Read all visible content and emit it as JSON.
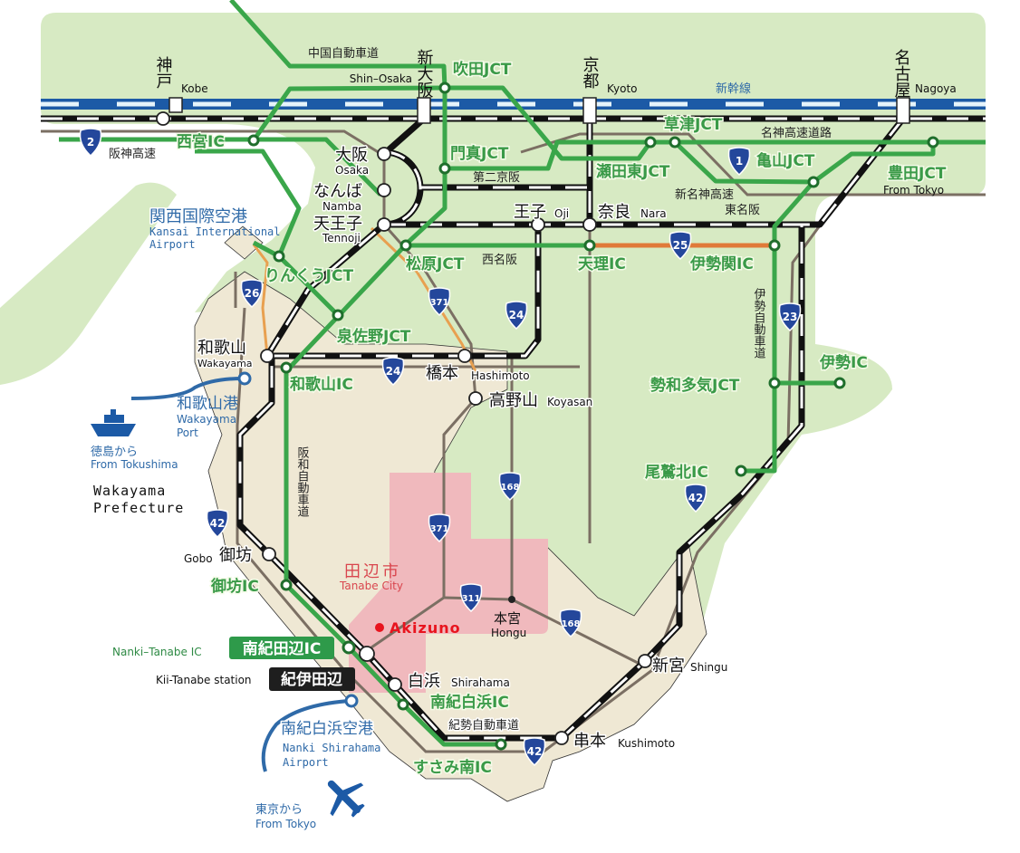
{
  "map": {
    "rail": {
      "shinkansen": "新幹線"
    },
    "expressways": {
      "chugoku": "中国自動車道",
      "hanshin": "阪神高速",
      "daini_keihan": "第二京阪",
      "meishin": "名神高速道路",
      "shin_meishin": "新名神高速",
      "higashi_meihan": "東名阪",
      "nishi_meihan": "西名阪",
      "ise": "伊勢自動車道",
      "hanwa": "阪和自動車道",
      "kisei": "紀勢自動車道"
    },
    "stations": {
      "kobe": {
        "ja": "神戸",
        "en": "Kobe"
      },
      "shin_osaka": {
        "ja": "新大阪",
        "en": "Shin–Osaka"
      },
      "kyoto": {
        "ja": "京都",
        "en": "Kyoto"
      },
      "nagoya": {
        "ja": "名古屋",
        "en": "Nagoya"
      },
      "osaka": {
        "ja": "大阪",
        "en": "Osaka"
      },
      "namba": {
        "ja": "なんば",
        "en": "Namba"
      },
      "tennoji": {
        "ja": "天王子",
        "en": "Tennoji"
      },
      "oji": {
        "ja": "王子",
        "en": "Oji"
      },
      "nara": {
        "ja": "奈良",
        "en": "Nara"
      },
      "wakayama": {
        "ja": "和歌山",
        "en": "Wakayama"
      },
      "hashimoto": {
        "ja": "橋本",
        "en": "Hashimoto"
      },
      "koyasan": {
        "ja": "高野山",
        "en": "Koyasan"
      },
      "gobo": {
        "ja": "御坊",
        "en": "Gobo"
      },
      "hongu": {
        "ja": "本宮",
        "en": "Hongu"
      },
      "kii_tanabe": {
        "ja": "紀伊田辺",
        "en": "Kii-Tanabe station"
      },
      "shirahama": {
        "ja": "白浜",
        "en": "Shirahama"
      },
      "shingu": {
        "ja": "新宮",
        "en": "Shingu"
      },
      "kushimoto": {
        "ja": "串本",
        "en": "Kushimoto"
      }
    },
    "interchanges": {
      "suita": "吹田JCT",
      "nishinomiya": "西宮IC",
      "kadoma": "門真JCT",
      "kusatsu": "草津JCT",
      "setahigashi": "瀬田東JCT",
      "kameyama": "亀山JCT",
      "toyota": "豊田JCT",
      "toyota_note": "From Tokyo",
      "rinku": "りんくうJCT",
      "matsubara": "松原JCT",
      "tenri": "天理IC",
      "iseseki": "伊勢関IC",
      "izumisano": "泉佐野JCT",
      "wakayama_ic": "和歌山IC",
      "ise_ic": "伊勢IC",
      "seiwataki": "勢和多気JCT",
      "owasekita": "尾鷲北IC",
      "gobo_ic": "御坊IC",
      "nanki_tanabe": {
        "ja": "南紀田辺IC",
        "en": "Nanki–Tanabe IC"
      },
      "nanki_shirahama": "南紀白浜IC",
      "susami_minami": "すさみ南IC"
    },
    "airports_ports": {
      "kansai": {
        "ja": "関西国際空港",
        "en1": "Kansai International",
        "en2": "Airport"
      },
      "wakayama_port": {
        "ja": "和歌山港",
        "en1": "Wakayama",
        "en2": "Port"
      },
      "tokushima": {
        "ja": "徳島から",
        "en": "From Tokushima"
      },
      "shirahama_airport": {
        "ja": "南紀白浜空港",
        "en1": "Nanki Shirahama",
        "en2": "Airport"
      },
      "tokyo": {
        "ja": "東京から",
        "en": "From Tokyo"
      }
    },
    "region": {
      "line1": "Wakayama",
      "line2": "Prefecture"
    },
    "city": {
      "ja": "田辺市",
      "en": "Tanabe City"
    },
    "highlight": {
      "label": "Akizuno",
      "color": "#e8141e"
    },
    "route_shields": [
      "2",
      "1",
      "25",
      "26",
      "371",
      "24",
      "24",
      "23",
      "42",
      "168",
      "371",
      "311",
      "168",
      "42",
      "42"
    ],
    "colors": {
      "land": "#d7eac3",
      "prefecture": "#efe8d4",
      "city": "#f0b9bd",
      "expressway": "#3aa64a",
      "shinkansen": "#1c5aa6",
      "shield": "#24479b"
    }
  }
}
